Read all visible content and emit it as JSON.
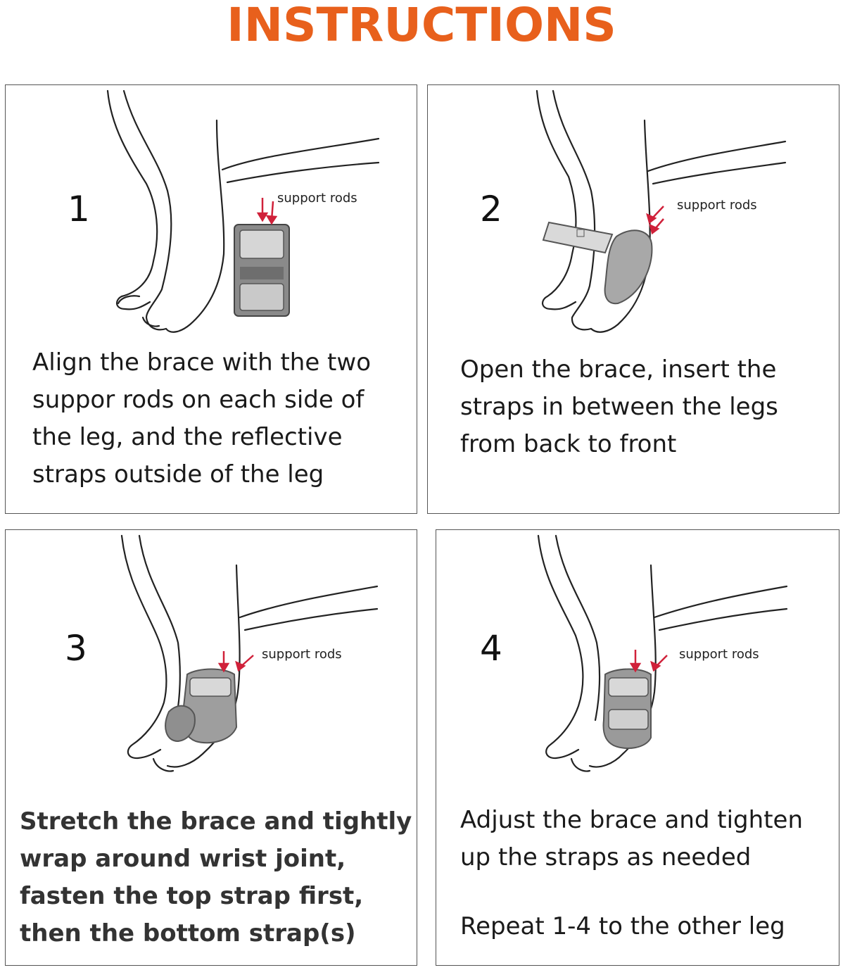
{
  "title": "INSTRUCTIONS",
  "steps": [
    {
      "number": "1",
      "rod_label": "support rods",
      "caption_lines": [
        "Align the brace with the two",
        "suppor rods on each side of",
        "the leg, and the reflective",
        "straps outside of the leg"
      ]
    },
    {
      "number": "2",
      "rod_label": "support rods",
      "caption_lines": [
        "Open the brace, insert the",
        "straps in between the legs",
        "from back to front"
      ]
    },
    {
      "number": "3",
      "rod_label": "support rods",
      "caption_lines": [
        "Stretch the brace and tightly",
        "wrap around wrist joint,",
        "fasten the top strap first,",
        "then the bottom strap(s)"
      ]
    },
    {
      "number": "4",
      "rod_label": "support rods",
      "caption_lines": [
        "Adjust the brace and tighten",
        "up the straps as needed"
      ],
      "extra_line": "Repeat 1-4  to the other leg"
    }
  ],
  "colors": {
    "title": "#e8601c",
    "arrow": "#d0213a",
    "border": "#555555"
  }
}
